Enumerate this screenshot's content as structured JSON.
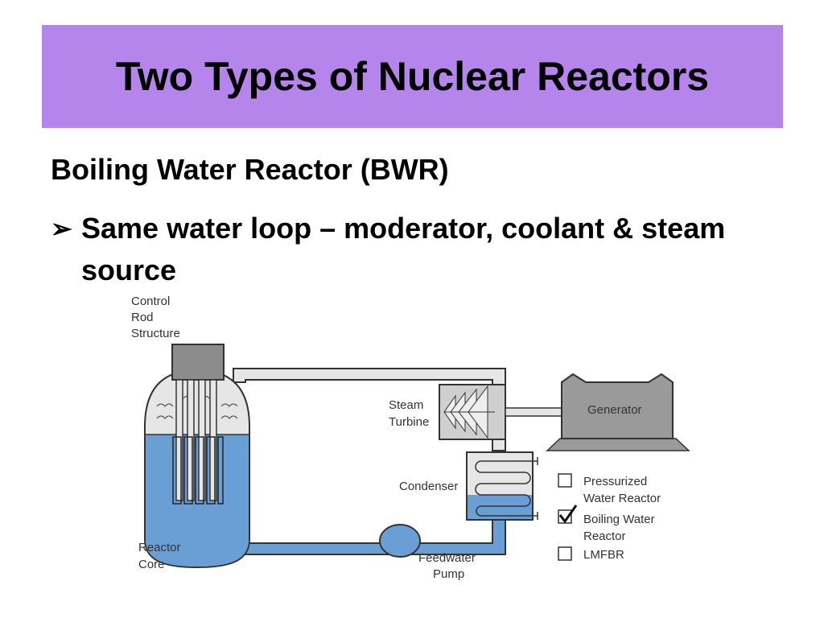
{
  "slide": {
    "title": "Two Types of Nuclear Reactors",
    "subtitle": "Boiling Water Reactor (BWR)",
    "bullet_symbol": "➢",
    "bullet": "Same water loop – moderator, coolant & steam source"
  },
  "diagram": {
    "labels": {
      "control_rod": [
        "Control",
        "Rod",
        "Structure"
      ],
      "steam_turbine": [
        "Steam",
        "Turbine"
      ],
      "generator": "Generator",
      "condenser": "Condenser",
      "reactor_core": [
        "Reactor",
        "Core"
      ],
      "feedwater_pump": [
        "Feedwater",
        "Pump"
      ]
    },
    "legend": [
      {
        "label": [
          "Pressurized",
          "Water Reactor"
        ],
        "checked": false
      },
      {
        "label": [
          "Boiling Water",
          "Reactor"
        ],
        "checked": true
      },
      {
        "label": [
          "LMFBR"
        ],
        "checked": false
      }
    ],
    "colors": {
      "water": "#6a9fd6",
      "steam_pipe": "#e6e6e6",
      "outline": "#333333",
      "generator": "#9a9a9a",
      "rod_housing": "#8c8c8c"
    }
  }
}
